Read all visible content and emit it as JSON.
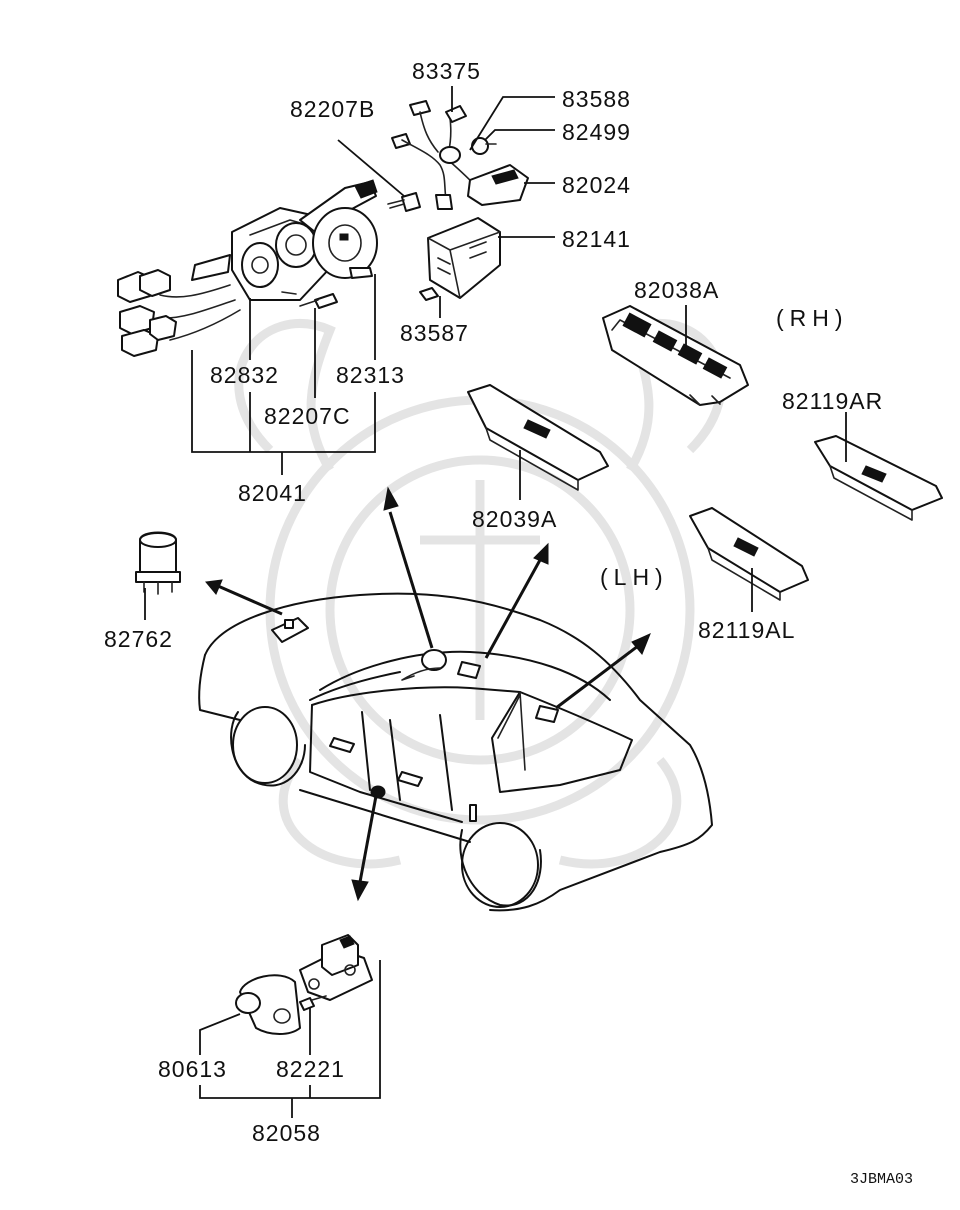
{
  "labels": {
    "p83375": "83375",
    "p82207B": "82207B",
    "p83588": "83588",
    "p82499": "82499",
    "p82024": "82024",
    "p82141": "82141",
    "p83587": "83587",
    "p82038A": "82038A",
    "p82832": "82832",
    "p82313": "82313",
    "p82207C": "82207C",
    "p82041": "82041",
    "p82039A": "82039A",
    "p82119AR": "82119AR",
    "p82762": "82762",
    "p82119AL": "82119AL",
    "p80613": "80613",
    "p82221": "82221",
    "p82058": "82058"
  },
  "sides": {
    "rh": "(RH)",
    "lh": "(LH)"
  },
  "diagram_code": "3JBMA03"
}
